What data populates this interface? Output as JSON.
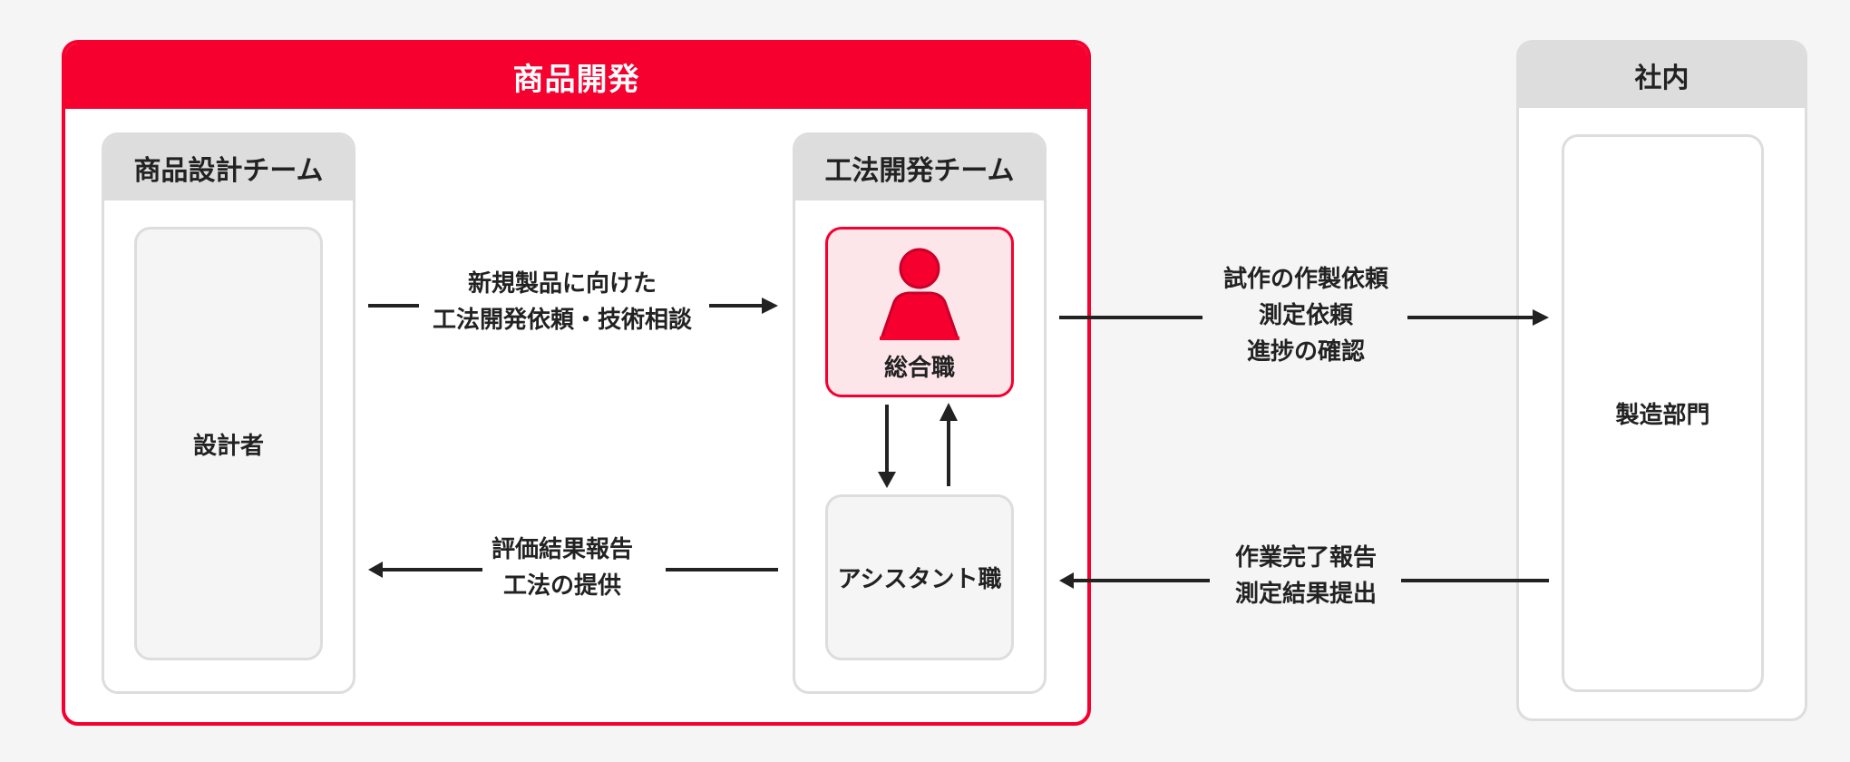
{
  "groups": {
    "product_dev": {
      "title": "商品開発"
    },
    "internal": {
      "title": "社内"
    }
  },
  "teams": {
    "design": {
      "title": "商品設計チーム"
    },
    "method": {
      "title": "工法開発チーム"
    }
  },
  "roles": {
    "designer": "設計者",
    "general": "総合職",
    "assistant": "アシスタント職",
    "factory": "製造部門"
  },
  "flows": {
    "design_to_method": {
      "lines": [
        "新規製品に向けた",
        "工法開発依頼・技術相談"
      ],
      "direction": "right"
    },
    "method_to_design": {
      "lines": [
        "評価結果報告",
        "工法の提供"
      ],
      "direction": "left"
    },
    "general_to_factory": {
      "lines": [
        "試作の作製依頼",
        "測定依頼",
        "進捗の確認"
      ],
      "direction": "right"
    },
    "factory_to_assistant": {
      "lines": [
        "作業完了報告",
        "測定結果提出"
      ],
      "direction": "left"
    },
    "general_to_assistant": {
      "direction": "down"
    },
    "assistant_to_general": {
      "direction": "up"
    }
  },
  "colors": {
    "accent": "#f5002f",
    "accent_light": "#fde6ea",
    "panel_header": "#dddddd",
    "background": "#f5f5f5",
    "text": "#222222"
  }
}
